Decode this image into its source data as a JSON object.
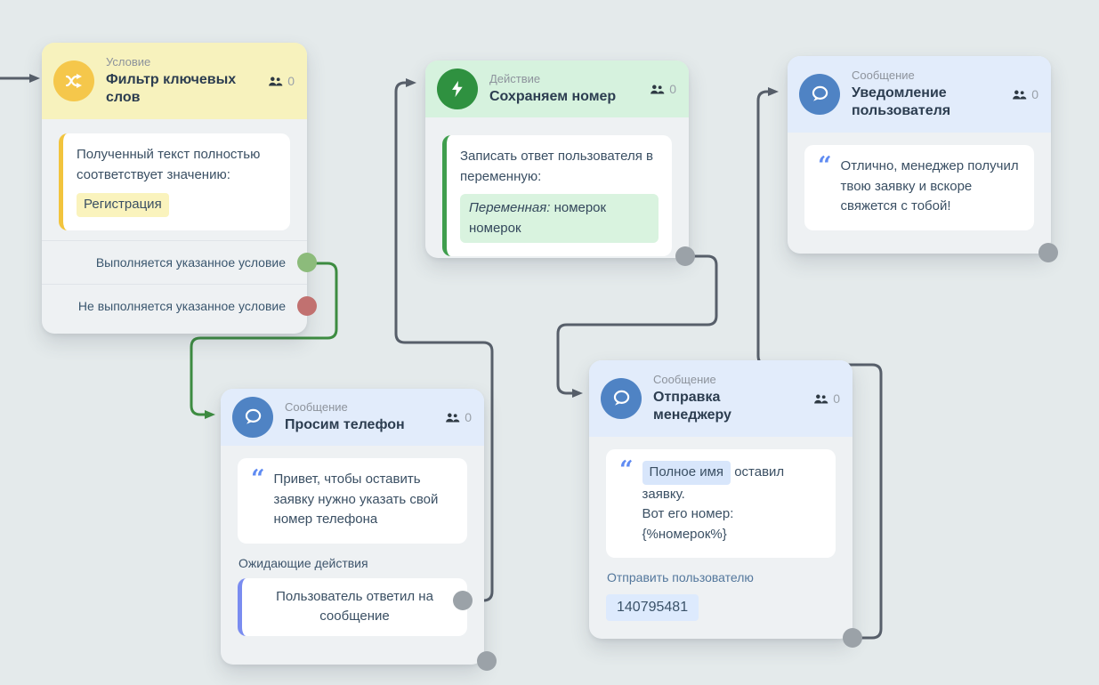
{
  "colors": {
    "canvas_bg": "#e4eaeb",
    "connector_dark": "#575f6a",
    "connector_green": "#3d8c41",
    "header_condition": "#f7f2bd",
    "header_action": "#d6f2de",
    "header_message": "#e2ecfb",
    "port_success": "#8cbb7b",
    "port_fail": "#c17170",
    "port_default": "#9ba2a8"
  },
  "nodes": {
    "filter": {
      "type_label": "Условие",
      "title": "Фильтр ключевых слов",
      "count": "0",
      "card_text": "Полученный текст полностью соответствует значению:",
      "keyword_chip": "Регистрация",
      "output_true": "Выполняется указанное условие",
      "output_false": "Не выполняется указанное условие"
    },
    "action": {
      "type_label": "Действие",
      "title": "Сохраняем номер",
      "count": "0",
      "card_text": "Записать ответ пользователя в переменную:",
      "variable_label": "Переменная:",
      "variable_value": "номерок номерок"
    },
    "notify": {
      "type_label": "Сообщение",
      "title": "Уведомление пользователя",
      "count": "0",
      "message": "Отлично, менеджер получил твою заявку и вскоре свяжется с тобой!"
    },
    "ask_phone": {
      "type_label": "Сообщение",
      "title": "Просим телефон",
      "count": "0",
      "message": "Привет, чтобы оставить заявку нужно указать свой номер телефона",
      "waiting_label": "Ожидающие действия",
      "waiting_action": "Пользователь ответил на сообщение"
    },
    "send_manager": {
      "type_label": "Сообщение",
      "title": "Отправка менеджеру",
      "count": "0",
      "name_chip": "Полное имя",
      "message_line1": "оставил заявку.",
      "message_line2": "Вот его номер:",
      "message_line3": "{%номерок%}",
      "recipient_label": "Отправить пользователю",
      "recipient_id": "140795481"
    }
  }
}
